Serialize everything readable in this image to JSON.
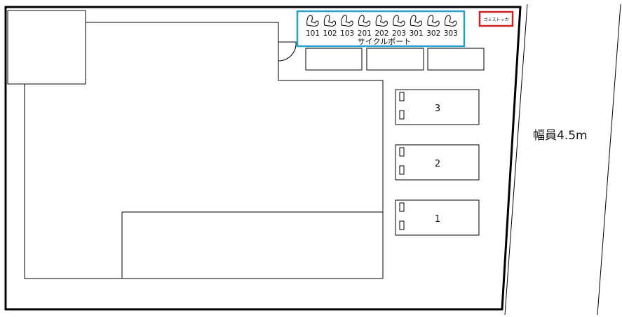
{
  "site_plan": {
    "bicycle_port_label": "サイクルポート",
    "garbage_station_label": "ゴミストッカ",
    "road_width_label": "幅員4.5m",
    "bicycle_slots": [
      "101",
      "102",
      "103",
      "201",
      "202",
      "203",
      "301",
      "302",
      "303"
    ],
    "parking_spaces": [
      "3",
      "2",
      "1"
    ],
    "colors": {
      "bicycle_port_outline": "#2aa0cc",
      "garbage_station_outline": "#cc2222",
      "line": "#000000"
    }
  }
}
